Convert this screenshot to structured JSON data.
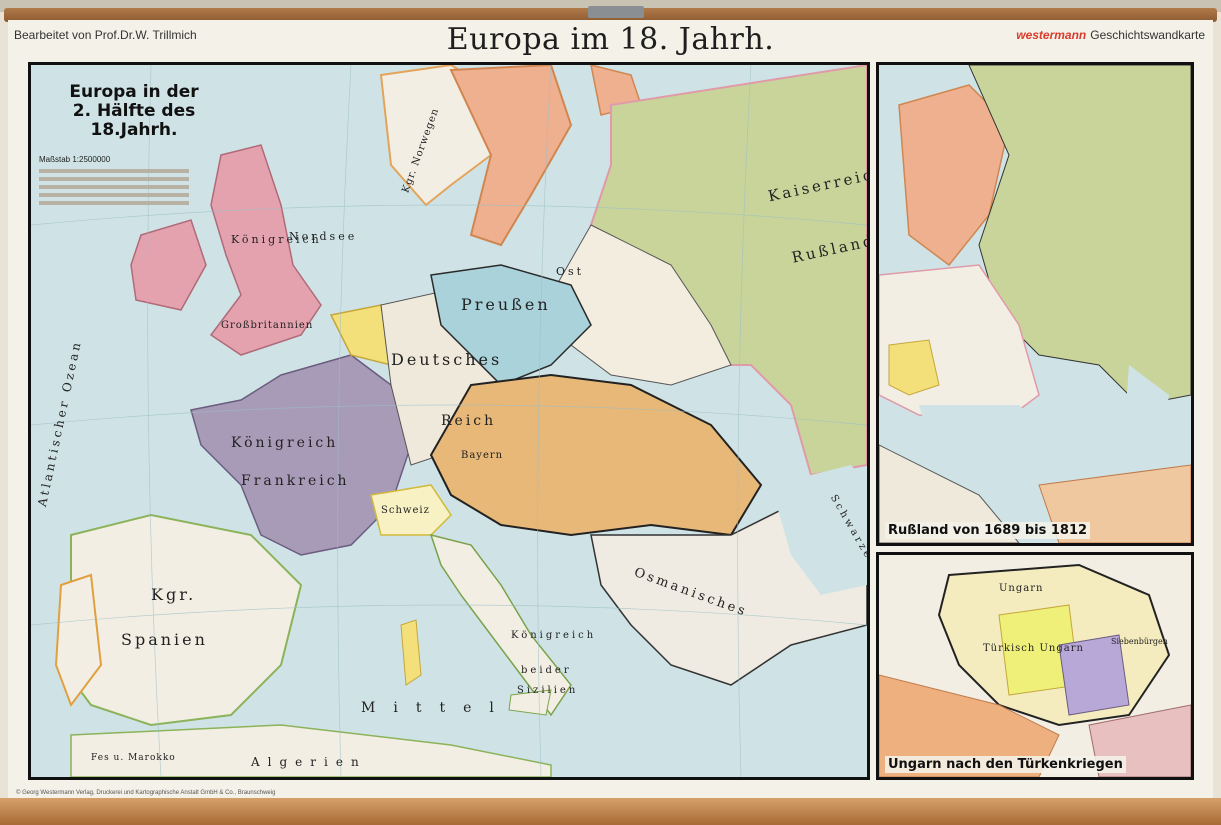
{
  "header": {
    "author": "Bearbeitet von Prof.Dr.W. Trillmich",
    "title": "Europa im 18. Jahrh.",
    "publisher_brand": "westermann",
    "publisher_series": "Geschichtswandkarte"
  },
  "main_map": {
    "title": "Europa in der 2. Hälfte des 18.Jahrh.",
    "scale": "Maßstab 1:2500000",
    "labels": {
      "atlantic": "Atlantischer Ozean",
      "nordsee": "Nordsee",
      "uk": "Königreich",
      "gb": "Großbritannien",
      "france_1": "Königreich",
      "france_2": "Frankreich",
      "spain_1": "Kgr.",
      "spain_2": "Spanien",
      "germany": "Deutsches",
      "reich": "Reich",
      "prussia": "Preußen",
      "russia_1": "Kaiserreich",
      "russia_2": "Rußland",
      "ottoman": "Osmanisches",
      "naples_1": "Königreich",
      "naples_2": "beider",
      "naples_3": "Sizilien",
      "mittelmeer": "Mittel",
      "algerien": "Algerien",
      "marokko": "Fes u. Marokko",
      "norwegen": "Kgr. Norwegen",
      "schwarzes": "Schwarzes Meer",
      "ostsee": "Ost",
      "bayern": "Bayern",
      "schweiz": "Schweiz"
    },
    "colors": {
      "sea": "#cfe3e6",
      "britain": "#e4a2ae",
      "france": "#a89bb8",
      "spain": "#f2eee4",
      "austria": "#e8b878",
      "prussia": "#a9d2da",
      "russia": "#c8d49a",
      "ottoman": "#efebe2",
      "sweden": "#efb090",
      "poland": "#f3ede0"
    }
  },
  "russia_inset": {
    "title": "Rußland von 1689 bis 1812"
  },
  "hungary_inset": {
    "title": "Ungarn nach den Türkenkriegen",
    "label_1": "Türkisch Ungarn",
    "label_2": "Ungarn",
    "label_3": "Siebenbürgen"
  },
  "footer": {
    "print_note": "© Georg Westermann Verlag, Druckerei und Kartographische Anstalt GmbH & Co., Braunschweig"
  }
}
